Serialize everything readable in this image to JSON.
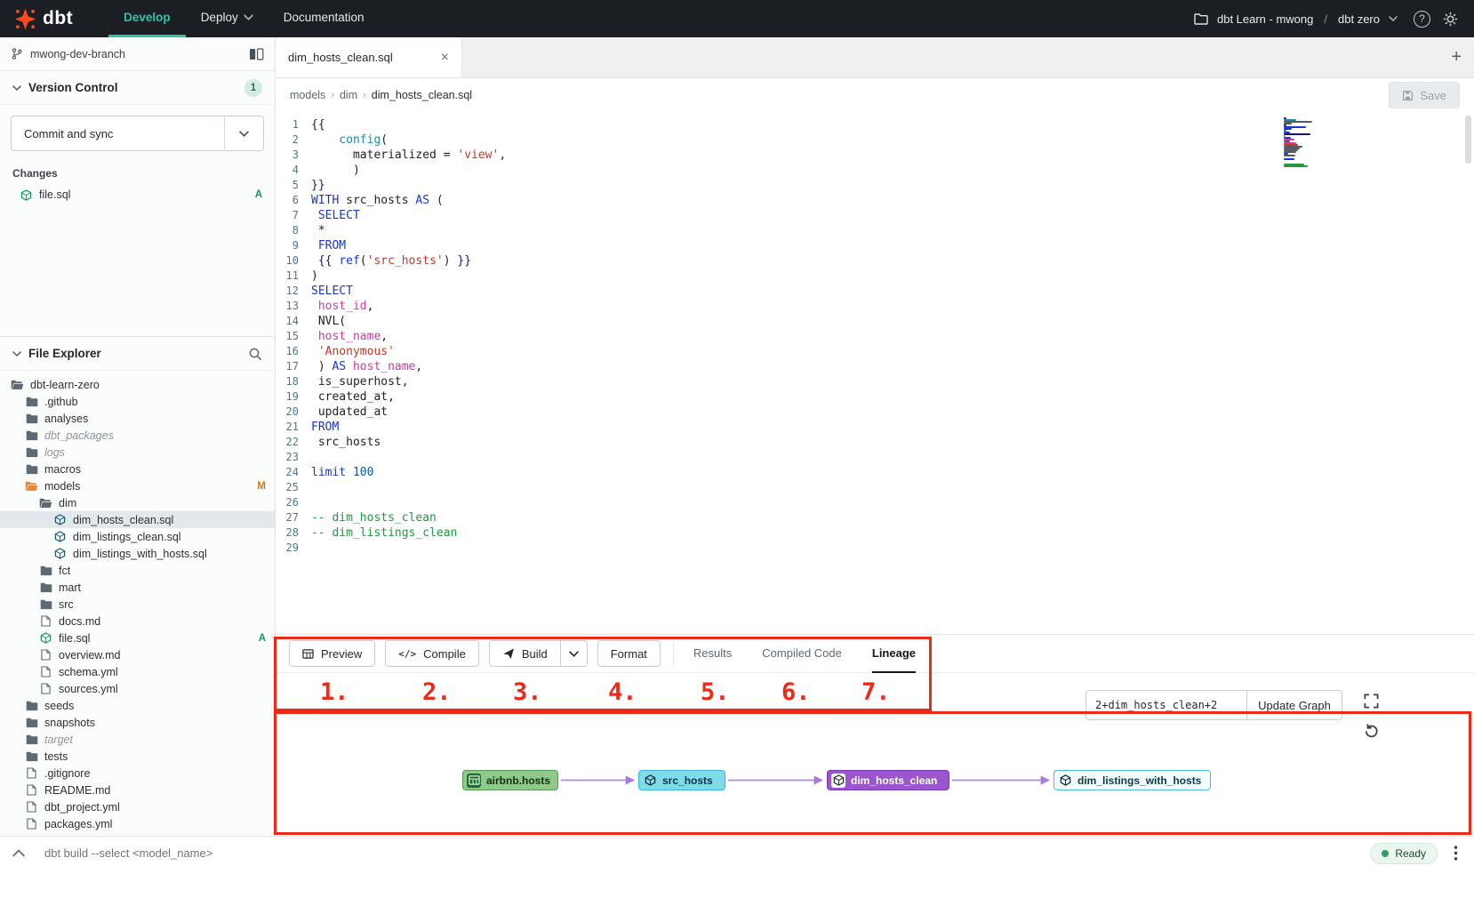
{
  "colors": {
    "brand_orange": "#ff4a1f",
    "accent_teal": "#2fc3ab",
    "annotation_red": "#ef2917",
    "added_green": "#149560",
    "modified_orange": "#d9730d",
    "edge_purple": "#b48ae0"
  },
  "header": {
    "logo_text": "dbt",
    "nav": [
      {
        "label": "Develop",
        "active": true,
        "caret": false
      },
      {
        "label": "Deploy",
        "active": false,
        "caret": true
      },
      {
        "label": "Documentation",
        "active": false,
        "caret": false
      }
    ],
    "account_label": "dbt Learn - mwong",
    "account_separator": "/",
    "project_label": "dbt zero",
    "help_glyph": "?"
  },
  "sidebar": {
    "branch": "mwong-dev-branch",
    "version_control": {
      "title": "Version Control",
      "badge": "1",
      "commit_button": "Commit and sync",
      "changes_label": "Changes",
      "changes": [
        {
          "name": "file.sql",
          "status": "A"
        }
      ]
    },
    "file_explorer": {
      "title": "File Explorer",
      "tree": [
        {
          "name": "dbt-learn-zero",
          "type": "folder",
          "level": 0,
          "open": true
        },
        {
          "name": ".github",
          "type": "folder",
          "level": 1
        },
        {
          "name": "analyses",
          "type": "folder",
          "level": 1
        },
        {
          "name": "dbt_packages",
          "type": "folder",
          "level": 1,
          "muted": true
        },
        {
          "name": "logs",
          "type": "folder",
          "level": 1,
          "muted": true
        },
        {
          "name": "macros",
          "type": "folder",
          "level": 1
        },
        {
          "name": "models",
          "type": "folder",
          "level": 1,
          "open": true,
          "orange": true,
          "badge": "M"
        },
        {
          "name": "dim",
          "type": "folder",
          "level": 2,
          "open": true
        },
        {
          "name": "dim_hosts_clean.sql",
          "type": "sql",
          "level": 3,
          "selected": true
        },
        {
          "name": "dim_listings_clean.sql",
          "type": "sql",
          "level": 3
        },
        {
          "name": "dim_listings_with_hosts.sql",
          "type": "sql",
          "level": 3
        },
        {
          "name": "fct",
          "type": "folder",
          "level": 2
        },
        {
          "name": "mart",
          "type": "folder",
          "level": 2
        },
        {
          "name": "src",
          "type": "folder",
          "level": 2
        },
        {
          "name": "docs.md",
          "type": "doc",
          "level": 2
        },
        {
          "name": "file.sql",
          "type": "sql",
          "level": 2,
          "added": true,
          "badge": "A"
        },
        {
          "name": "overview.md",
          "type": "doc",
          "level": 2
        },
        {
          "name": "schema.yml",
          "type": "doc",
          "level": 2
        },
        {
          "name": "sources.yml",
          "type": "doc",
          "level": 2
        },
        {
          "name": "seeds",
          "type": "folder",
          "level": 1
        },
        {
          "name": "snapshots",
          "type": "folder",
          "level": 1
        },
        {
          "name": "target",
          "type": "folder",
          "level": 1,
          "muted": true
        },
        {
          "name": "tests",
          "type": "folder",
          "level": 1
        },
        {
          "name": ".gitignore",
          "type": "doc",
          "level": 1
        },
        {
          "name": "README.md",
          "type": "doc",
          "level": 1
        },
        {
          "name": "dbt_project.yml",
          "type": "doc",
          "level": 1
        },
        {
          "name": "packages.yml",
          "type": "doc",
          "level": 1
        }
      ]
    }
  },
  "editor": {
    "tab_title": "dim_hosts_clean.sql",
    "breadcrumb": [
      "models",
      "dim",
      "dim_hosts_clean.sql"
    ],
    "save_label": "Save",
    "code": {
      "lines": [
        {
          "tokens": [
            [
              "{{",
              "j"
            ]
          ]
        },
        {
          "tokens": [
            [
              "    ",
              "d"
            ],
            [
              "config",
              "f"
            ],
            [
              "(",
              "d"
            ]
          ]
        },
        {
          "tokens": [
            [
              "      ",
              "d"
            ],
            [
              "materialized",
              "d"
            ],
            [
              " = ",
              "d"
            ],
            [
              "'view'",
              "s"
            ],
            [
              ",",
              "d"
            ]
          ]
        },
        {
          "tokens": [
            [
              "      ",
              "d"
            ],
            [
              ")",
              "d"
            ]
          ]
        },
        {
          "tokens": [
            [
              "}}",
              "j"
            ]
          ]
        },
        {
          "tokens": [
            [
              "WITH",
              "k"
            ],
            [
              " src_hosts ",
              "d"
            ],
            [
              "AS",
              "k"
            ],
            [
              " (",
              "d"
            ]
          ]
        },
        {
          "tokens": [
            [
              " ",
              "d"
            ],
            [
              "SELECT",
              "k"
            ]
          ]
        },
        {
          "tokens": [
            [
              " *",
              "d"
            ]
          ]
        },
        {
          "tokens": [
            [
              " ",
              "d"
            ],
            [
              "FROM",
              "k"
            ]
          ]
        },
        {
          "tokens": [
            [
              " ",
              "d"
            ],
            [
              "{{ ",
              "j"
            ],
            [
              "ref",
              "k"
            ],
            [
              "(",
              "d"
            ],
            [
              "'src_hosts'",
              "s"
            ],
            [
              ")",
              "d"
            ],
            [
              " }}",
              "j"
            ]
          ]
        },
        {
          "tokens": [
            [
              ")",
              "d"
            ]
          ]
        },
        {
          "tokens": [
            [
              "SELECT",
              "k"
            ]
          ]
        },
        {
          "tokens": [
            [
              " ",
              "d"
            ],
            [
              "host_id",
              "v"
            ],
            [
              ",",
              "d"
            ]
          ]
        },
        {
          "tokens": [
            [
              " NVL(",
              "d"
            ]
          ]
        },
        {
          "tokens": [
            [
              " ",
              "d"
            ],
            [
              "host_name",
              "v"
            ],
            [
              ",",
              "d"
            ]
          ]
        },
        {
          "tokens": [
            [
              " ",
              "d"
            ],
            [
              "'Anonymous'",
              "s"
            ]
          ]
        },
        {
          "tokens": [
            [
              " ) ",
              "d"
            ],
            [
              "AS",
              "k"
            ],
            [
              " ",
              "d"
            ],
            [
              "host_name",
              "v"
            ],
            [
              ",",
              "d"
            ]
          ]
        },
        {
          "tokens": [
            [
              " is_superhost,",
              "d"
            ]
          ]
        },
        {
          "tokens": [
            [
              " created_at,",
              "d"
            ]
          ]
        },
        {
          "tokens": [
            [
              " updated_at",
              "d"
            ]
          ]
        },
        {
          "tokens": [
            [
              "FROM",
              "k"
            ]
          ]
        },
        {
          "tokens": [
            [
              " src_hosts",
              "d"
            ]
          ]
        },
        {
          "tokens": []
        },
        {
          "tokens": [
            [
              "limit",
              "k"
            ],
            [
              " ",
              "d"
            ],
            [
              "100",
              "n"
            ]
          ]
        },
        {
          "tokens": []
        },
        {
          "tokens": []
        },
        {
          "tokens": [
            [
              "-- dim_hosts_clean",
              "c"
            ]
          ]
        },
        {
          "tokens": [
            [
              "-- dim_listings_clean",
              "c"
            ]
          ]
        },
        {
          "tokens": []
        }
      ]
    }
  },
  "toolbar": {
    "buttons": [
      {
        "label": "Preview",
        "icon": "table"
      },
      {
        "label": "Compile",
        "icon": "code"
      },
      {
        "label": "Build",
        "icon": "build",
        "split": true
      },
      {
        "label": "Format"
      }
    ],
    "tabs": [
      {
        "label": "Results"
      },
      {
        "label": "Compiled Code"
      },
      {
        "label": "Lineage",
        "active": true
      }
    ]
  },
  "annotations": {
    "numbers": [
      "1.",
      "2.",
      "3.",
      "4.",
      "5.",
      "6.",
      "7."
    ]
  },
  "lineage": {
    "selector_value": "2+dim_hosts_clean+2",
    "update_button": "Update Graph",
    "nodes": [
      {
        "label": "airbnb.hosts",
        "kind": "source",
        "icon": "table",
        "bg": "#8fc98a",
        "border": "#569a54",
        "text": "#11340f",
        "icon_bg": "#1f6b2d",
        "icon_fg": "#dff3dd"
      },
      {
        "label": "src_hosts",
        "kind": "model",
        "icon": "cube",
        "bg": "#7edcea",
        "border": "#3cb8cd",
        "text": "#073540",
        "icon_bg": "transparent",
        "icon_fg": "#0b2d38"
      },
      {
        "label": "dim_hosts_clean",
        "kind": "model-selected",
        "icon": "cube",
        "bg": "#9b55cf",
        "border": "#7c39b4",
        "text": "#ffffff",
        "icon_bg": "#ffffff",
        "icon_fg": "#2b2f33"
      },
      {
        "label": "dim_listings_with_hosts",
        "kind": "model",
        "icon": "cube",
        "bg": "#f2fcfe",
        "border": "#45c2d7",
        "text": "#0b3c46",
        "icon_bg": "transparent",
        "icon_fg": "#0b2d38"
      }
    ],
    "edges": [
      [
        0,
        1
      ],
      [
        1,
        2
      ],
      [
        2,
        3
      ]
    ]
  },
  "status_bar": {
    "command": "dbt build --select <model_name>",
    "status": "Ready"
  }
}
